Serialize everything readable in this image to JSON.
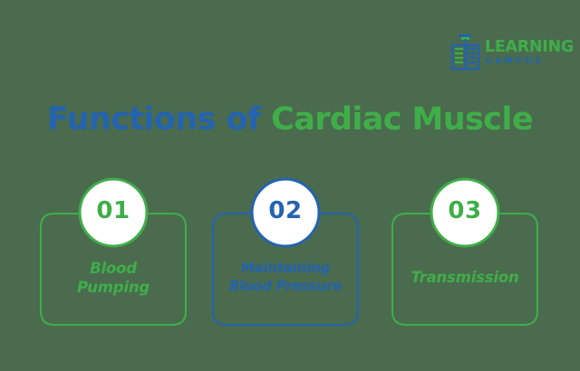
{
  "background_color": "#4a6b4e",
  "colors": {
    "green": "#3fae49",
    "blue": "#2363b0",
    "circle_fill": "#ffffff"
  },
  "logo": {
    "icon_name": "learning-campus-book-logo",
    "line1": "LEARNING",
    "line2": "CAMPUS",
    "line1_color": "#3fae49",
    "line2_color": "#2363b0"
  },
  "title": {
    "part1": "Functions of",
    "part1_color": "#2363b0",
    "part2": "Cardiac Muscle",
    "part2_color": "#3fae49",
    "full": "Functions of Cardiac Muscle"
  },
  "cards": [
    {
      "number": "01",
      "label": "Blood Pumping",
      "label_line1": "Blood",
      "label_line2": "Pumping",
      "color": "#3fae49",
      "accent": "green"
    },
    {
      "number": "02",
      "label": "Maintaining Blood Pressure",
      "label_line1": "Maintaining",
      "label_line2": "Blood Pressure",
      "color": "#2363b0",
      "accent": "blue"
    },
    {
      "number": "03",
      "label": "Transmission",
      "label_line1": "Transmission",
      "label_line2": "",
      "color": "#3fae49",
      "accent": "green"
    }
  ]
}
